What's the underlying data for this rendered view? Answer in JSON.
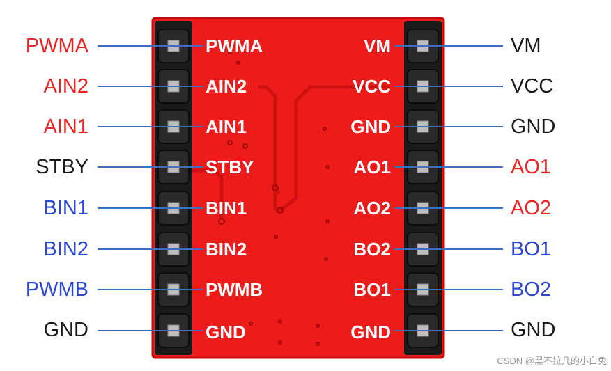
{
  "colors": {
    "pcb": "#ee1b1b",
    "pcb_edge": "#c40c0c",
    "header": "#1a1a1a",
    "pin": "#bdbdbd",
    "line": "#3c6fc0",
    "red_label": "#ee2222",
    "blue_label": "#2b47d6",
    "black_label": "#1a1a1a"
  },
  "left_pins": [
    {
      "outer": "PWMA",
      "board": "PWMA",
      "color": "red"
    },
    {
      "outer": "AIN2",
      "board": "AIN2",
      "color": "red"
    },
    {
      "outer": "AIN1",
      "board": "AIN1",
      "color": "red"
    },
    {
      "outer": "STBY",
      "board": "STBY",
      "color": "black"
    },
    {
      "outer": "BIN1",
      "board": "BIN1",
      "color": "blue"
    },
    {
      "outer": "BIN2",
      "board": "BIN2",
      "color": "blue"
    },
    {
      "outer": "PWMB",
      "board": "PWMB",
      "color": "blue"
    },
    {
      "outer": "GND",
      "board": "GND",
      "color": "black"
    }
  ],
  "right_pins": [
    {
      "outer": "VM",
      "board": "VM",
      "color": "black"
    },
    {
      "outer": "VCC",
      "board": "VCC",
      "color": "black"
    },
    {
      "outer": "GND",
      "board": "GND",
      "color": "black"
    },
    {
      "outer": "AO1",
      "board": "AO1",
      "color": "red"
    },
    {
      "outer": "AO2",
      "board": "AO2",
      "color": "red"
    },
    {
      "outer": "BO1",
      "board": "BO2",
      "color": "blue"
    },
    {
      "outer": "BO2",
      "board": "BO1",
      "color": "blue"
    },
    {
      "outer": "GND",
      "board": "GND",
      "color": "black"
    }
  ],
  "watermark": "CSDN @黑不拉几的小白兔"
}
